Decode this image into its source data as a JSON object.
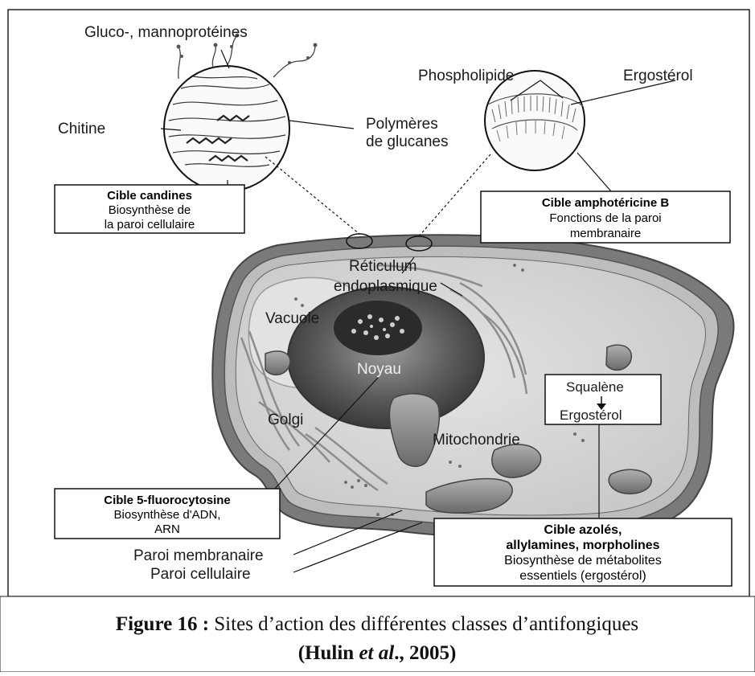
{
  "labels": {
    "gluco": "Gluco-, mannoprotéines",
    "chitine": "Chitine",
    "polymeres_1": "Polymères",
    "polymeres_2": "de glucanes",
    "phospholipide": "Phospholipide",
    "ergosterol_top": "Ergostérol",
    "reticulum_1": "Réticulum",
    "reticulum_2": "endoplasmique",
    "vacuole": "Vacuole",
    "noyau": "Noyau",
    "golgi": "Golgi",
    "mitochondrie": "Mitochondrie",
    "squalene": "Squalène",
    "ergosterol_box": "Ergostérol",
    "paroi_membranaire": "Paroi membranaire",
    "paroi_cellulaire": "Paroi cellulaire"
  },
  "boxes": {
    "candines": {
      "title": "Cible candines",
      "line1": "Biosynthèse de",
      "line2": "la paroi cellulaire"
    },
    "amphotericine": {
      "title": "Cible amphotéricine B",
      "line1": "Fonctions de la paroi",
      "line2": "membranaire"
    },
    "fluorocytosine": {
      "title": "Cible 5-fluorocytosine",
      "line1": "Biosynthèse d'ADN,",
      "line2": "ARN"
    },
    "azoles": {
      "title1": "Cible azolés,",
      "title2": "allylamines, morpholines",
      "line1": "Biosynthèse de métabolites",
      "line2": "essentiels (ergostérol)"
    }
  },
  "caption": {
    "figure_label": "Figure 16 :",
    "text": " Sites d’action des différentes classes d’antifongiques",
    "ref_open": "(Hulin ",
    "ref_etal": "et al",
    "ref_close": "., 2005)"
  },
  "colors": {
    "ink": "#1a1a1a",
    "wall_outer": "#6e6e6e",
    "wall_inner": "#b9b9b9",
    "cytoplasm": "#d9d9d9",
    "nucleus": "#555555",
    "mito": "#8a8a8a"
  }
}
